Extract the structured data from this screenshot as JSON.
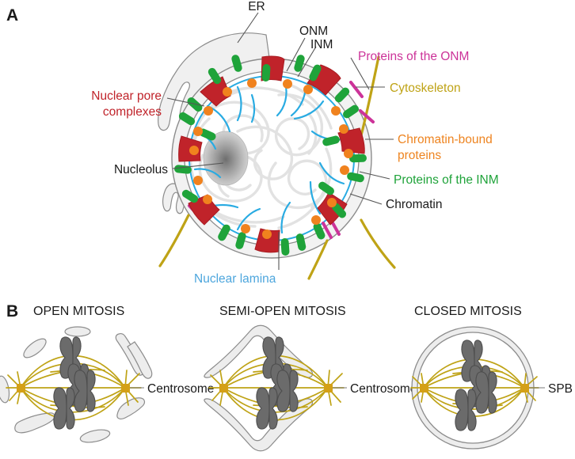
{
  "figure": {
    "panels": [
      {
        "letter": "A"
      },
      {
        "letter": "B"
      }
    ]
  },
  "panel_a": {
    "letter": "A",
    "labels": {
      "er": "ER",
      "onm": "ONM",
      "inm": "INM",
      "nuclear_pore_complexes_line1": "Nuclear pore",
      "nuclear_pore_complexes_line2": "complexes",
      "nucleolus": "Nucleolus",
      "nuclear_lamina": "Nuclear lamina",
      "proteins_of_the_onm": "Proteins of the ONM",
      "cytoskeleton": "Cytoskeleton",
      "chromatin_bound_line1": "Chromatin-bound",
      "chromatin_bound_line2": "proteins",
      "proteins_of_the_inm": "Proteins of the INM",
      "chromatin": "Chromatin"
    },
    "colors": {
      "nuclear_pore_complex": "#c0232a",
      "inm_protein": "#1fa33a",
      "chromatin_bound_protein": "#f0821e",
      "nuclear_lamina": "#29abe2",
      "onm_protein": "#cc3399",
      "cytoskeleton": "#bfa316",
      "membrane_outline": "#808080",
      "membrane_fill": "#f0f0f0",
      "chromatin": "#e0e0e0",
      "nucleolus": "#b0b0b0",
      "label_black": "#1a1a1a"
    },
    "counts": {
      "nuclear_pore_complexes": 8,
      "inm_proteins": 22,
      "chromatin_bound_proteins": 17,
      "onm_protein_marks": 5,
      "cytoskeleton_filaments": 4
    }
  },
  "panel_b": {
    "letter": "B",
    "mitosis_types": [
      {
        "title": "OPEN MITOSIS",
        "pointer_label": "Centrosome",
        "envelope": "fragmented",
        "spindle_pole_count": 2,
        "chromosome_count": 4,
        "envelope_fragment_count": 8
      },
      {
        "title": "SEMI-OPEN MITOSIS",
        "pointer_label": "Centrosome",
        "envelope": "partially-open",
        "spindle_pole_count": 2,
        "chromosome_count": 4,
        "envelope_fragment_count": 2
      },
      {
        "title": "CLOSED MITOSIS",
        "pointer_label": "SPB",
        "envelope": "intact",
        "spindle_pole_count": 2,
        "chromosome_count": 4,
        "envelope_fragment_count": 0
      }
    ],
    "colors": {
      "spindle": "#bfa316",
      "chromosome": "#6b6b6b",
      "chromosome_outline": "#4d4d4d",
      "envelope_outline": "#8c8c8c",
      "envelope_fill": "#ededed",
      "label": "#1a1a1a"
    }
  }
}
